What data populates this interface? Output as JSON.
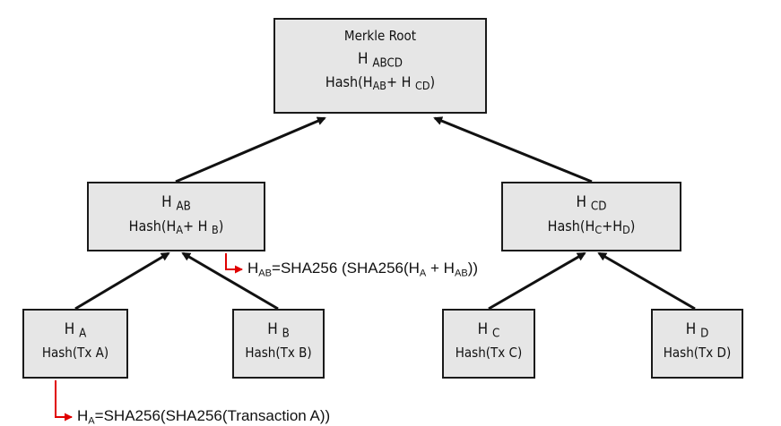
{
  "root": {
    "title": "Merkle Root",
    "hash_symbol": "H",
    "hash_sub": "ABCD",
    "formula_prefix": "Hash(H",
    "formula_sub1": "AB",
    "formula_mid": "+ H",
    "formula_sub2": "CD",
    "formula_suffix": ")"
  },
  "ab": {
    "hash_symbol": "H",
    "hash_sub": "AB",
    "formula_prefix": "Hash(H",
    "formula_sub1": "A",
    "formula_mid": "+ H",
    "formula_sub2": "B",
    "formula_suffix": ")"
  },
  "cd": {
    "hash_symbol": "H",
    "hash_sub": "CD",
    "formula_prefix": "Hash(H",
    "formula_sub1": "C",
    "formula_mid": "+H",
    "formula_sub2": "D",
    "formula_suffix": ")"
  },
  "leaves": [
    {
      "hash_symbol": "H",
      "hash_sub": "A",
      "formula": "Hash(Tx A)"
    },
    {
      "hash_symbol": "H",
      "hash_sub": "B",
      "formula": "Hash(Tx B)"
    },
    {
      "hash_symbol": "H",
      "hash_sub": "C",
      "formula": "Hash(Tx C)"
    },
    {
      "hash_symbol": "H",
      "hash_sub": "D",
      "formula": "Hash(Tx D)"
    }
  ],
  "note_ab": {
    "p1": "H",
    "s1": "AB",
    "p2": "=SHA256 (SHA256(H",
    "s2": "A",
    "p3": " + H",
    "s3": "AB",
    "p4": "))"
  },
  "note_a": {
    "p1": "H",
    "s1": "A",
    "p2": "=SHA256(SHA256(Transaction A))"
  },
  "colors": {
    "box_fill": "#e6e6e6",
    "box_border": "#1a1a1a",
    "arrow": "#111111",
    "annotation_arrow": "#e00000"
  }
}
